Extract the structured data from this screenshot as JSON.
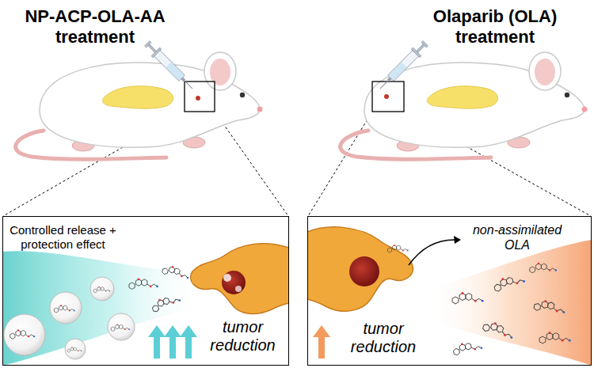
{
  "diagram": {
    "nodes": [
      {
        "text": [
          "Controlled release + protection effect",
          "tumor reduction"
        ]
      },
      {
        "text": [
          "non-assimilated OLA",
          "tumor reduction"
        ]
      }
    ],
    "labels": [
      "NP-ACP-OLA-AA treatment",
      "Olaparib (OLA) treatment"
    ]
  }
}
